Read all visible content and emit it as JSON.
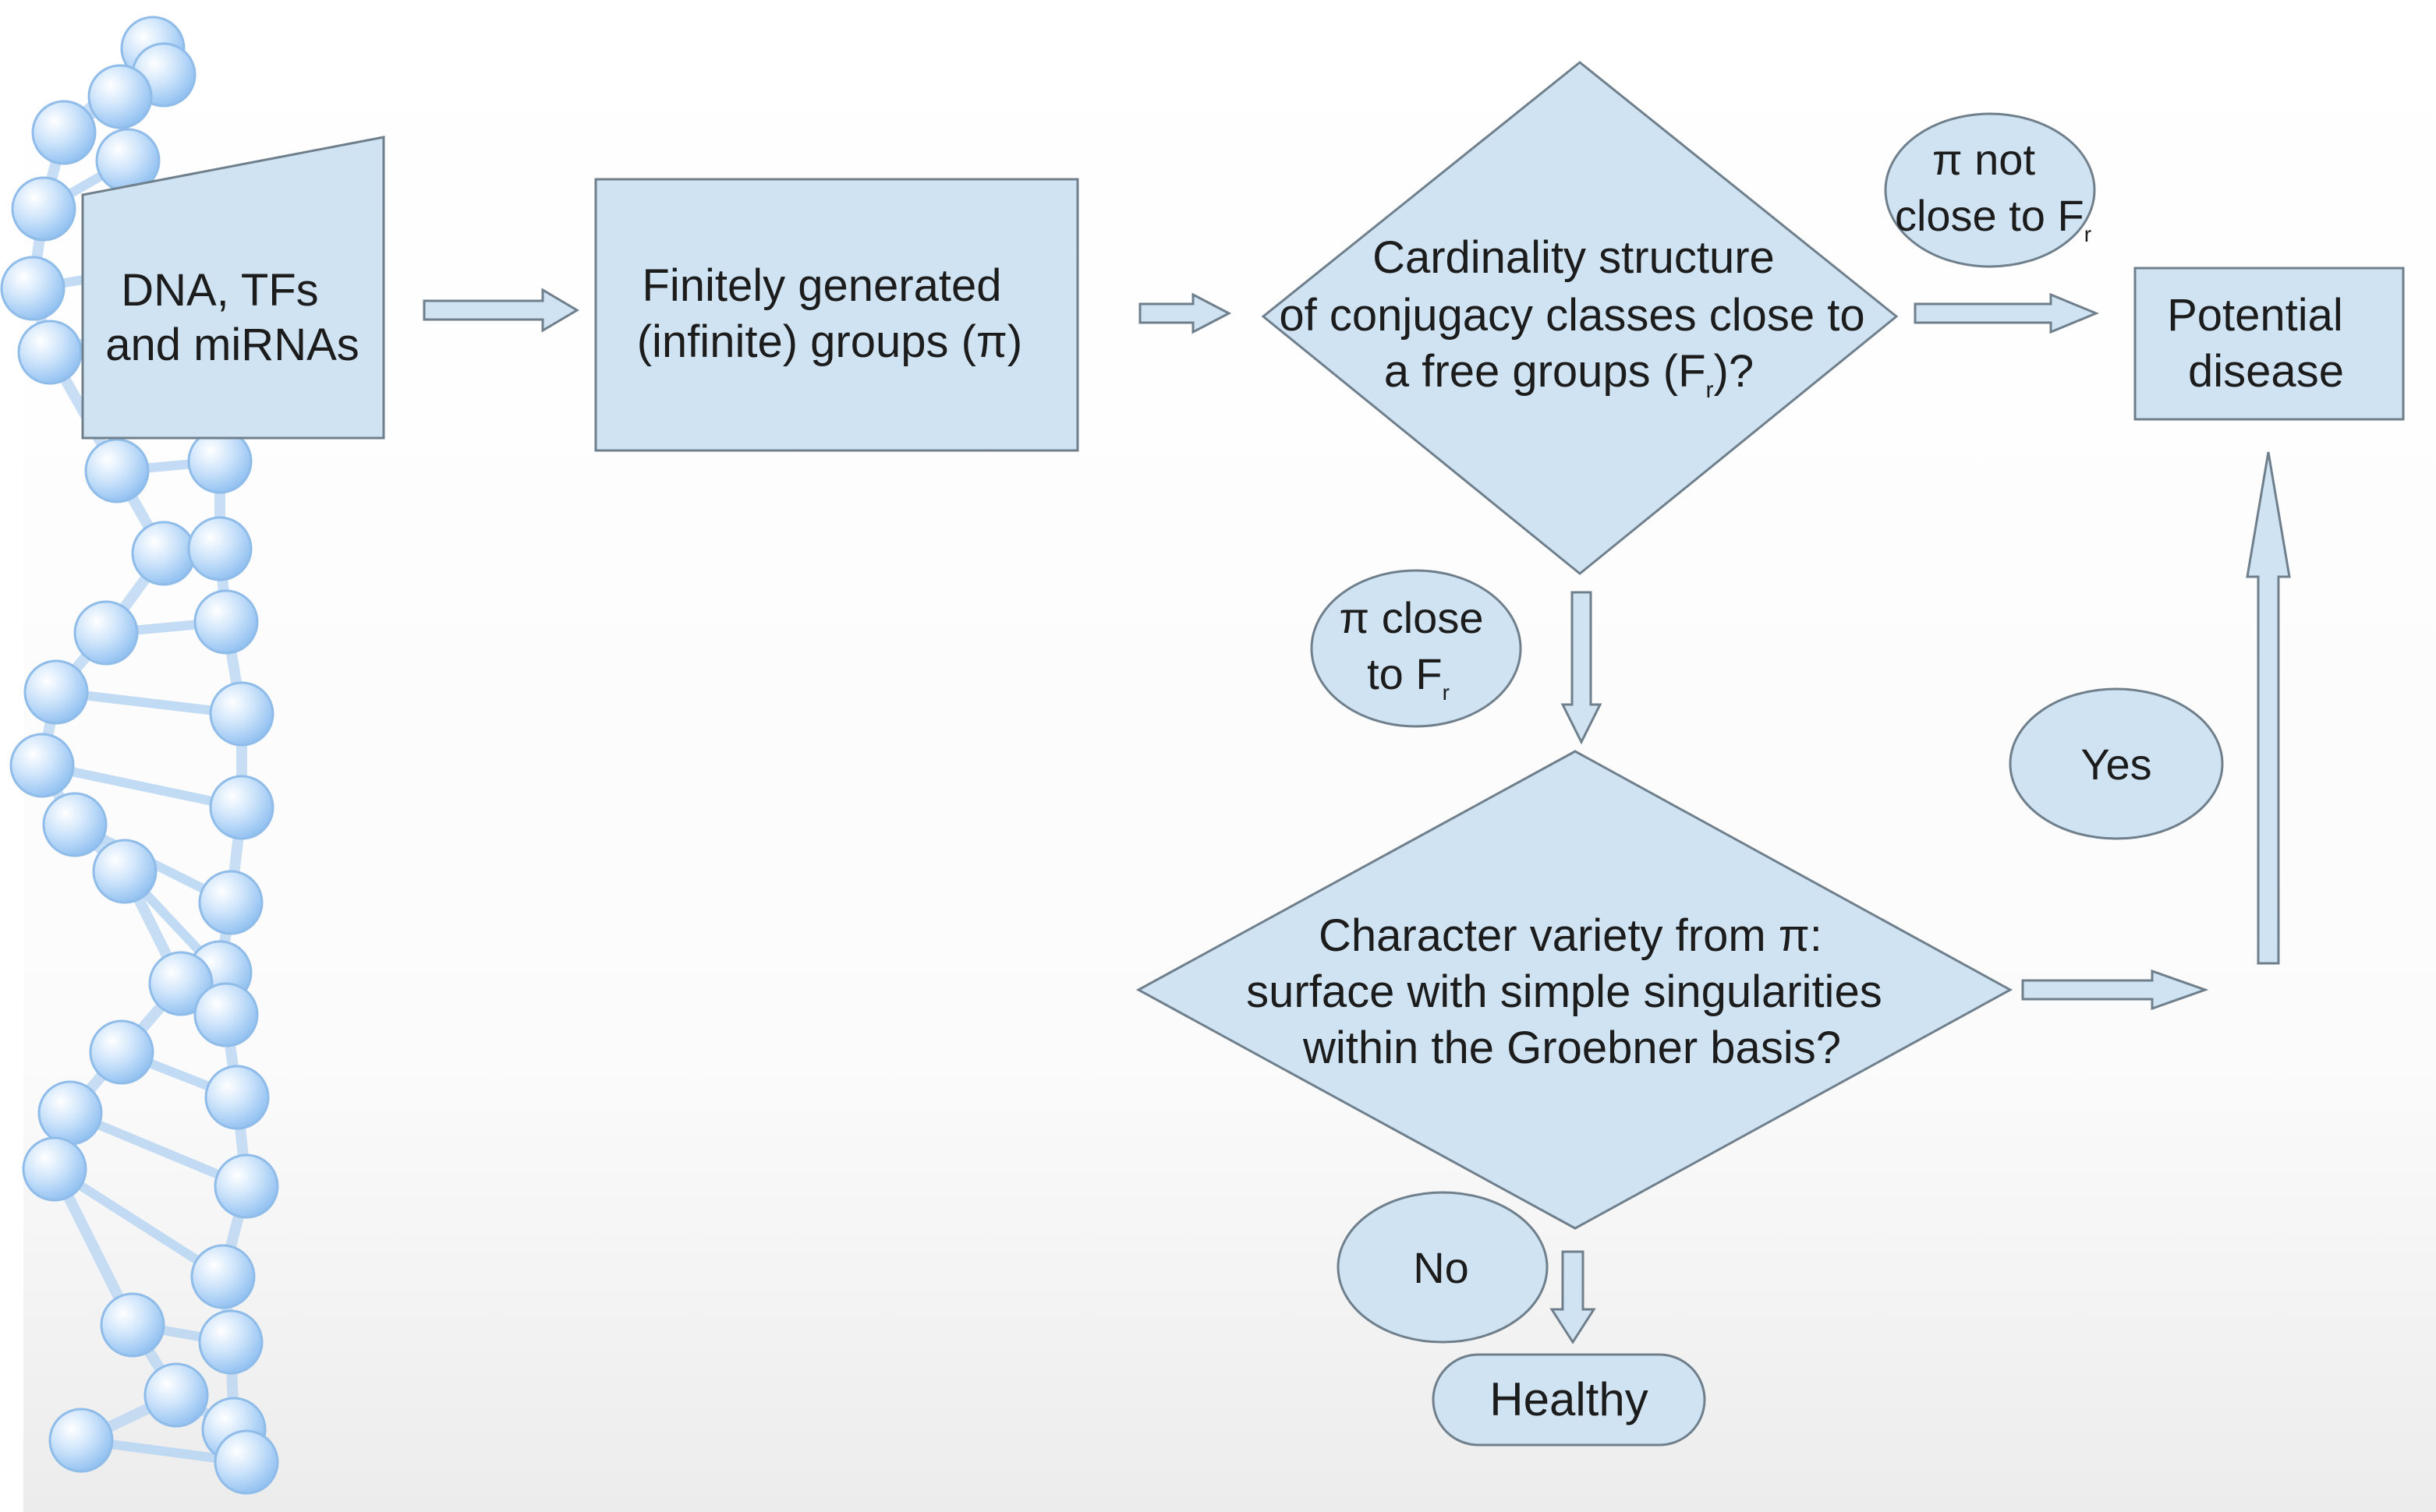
{
  "colors": {
    "shape_fill": "#cfe3f2",
    "shape_stroke": "#6f7f8c",
    "text": "#1c1c1c",
    "dna_bead": "#a9cdf2"
  },
  "decoration": {
    "left_strip_icon": "dna-helix-icon"
  },
  "nodes": {
    "input": {
      "lines": [
        "DNA, TFs",
        "and miRNAs"
      ]
    },
    "groups": {
      "lines": [
        "Finitely generated",
        "(infinite) groups (π)"
      ]
    },
    "decision1": {
      "line1": "Cardinality structure",
      "line2": "of conjugacy classes close to",
      "line3_pre": "a free groups (F",
      "line3_sub": "r",
      "line3_post": ")?"
    },
    "not_close": {
      "line1": "π not",
      "line2_pre": "close to F",
      "line2_sub": "r"
    },
    "close": {
      "line1": "π close",
      "line2_pre": "to F",
      "line2_sub": "r"
    },
    "potential": {
      "lines": [
        "Potential",
        "disease"
      ]
    },
    "decision2": {
      "lines": [
        "Character variety from π:",
        "surface with simple singularities",
        "within the Groebner basis?"
      ]
    },
    "yes": {
      "label": "Yes"
    },
    "no": {
      "label": "No"
    },
    "healthy": {
      "label": "Healthy"
    }
  }
}
